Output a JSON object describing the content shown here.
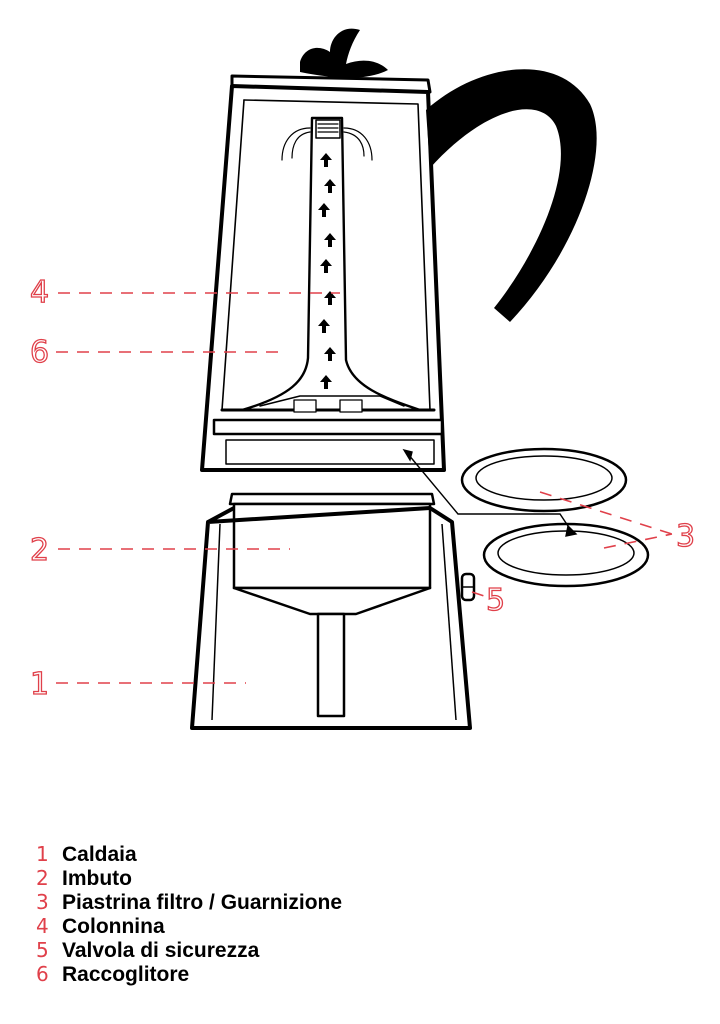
{
  "callouts": [
    "4",
    "6",
    "2",
    "1",
    "3",
    "5"
  ],
  "legend": [
    {
      "num": "1",
      "label": "Caldaia"
    },
    {
      "num": "2",
      "label": "Imbuto"
    },
    {
      "num": "3",
      "label": "Piastrina filtro / Guarnizione"
    },
    {
      "num": "4",
      "label": "Colonnina"
    },
    {
      "num": "5",
      "label": "Valvola di sicurezza"
    },
    {
      "num": "6",
      "label": "Raccoglitore"
    }
  ],
  "colors": {
    "accent": "#e0404a",
    "ink": "#000000",
    "background": "#ffffff"
  },
  "icons": [
    "upward-flow-arrow-icon"
  ]
}
